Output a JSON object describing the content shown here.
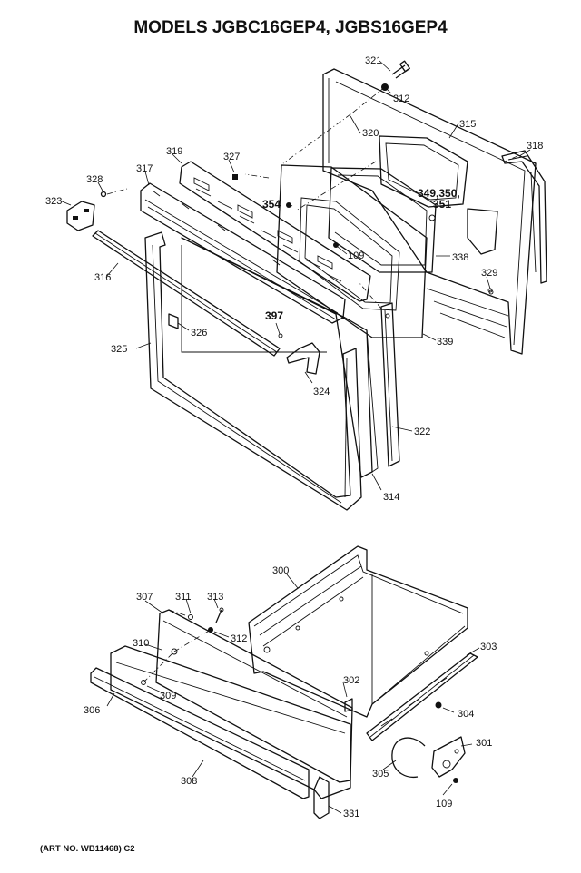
{
  "title": "MODELS JGBC16GEP4, JGBS16GEP4",
  "art_no": "(ART NO. WB11468) C2",
  "labels": {
    "l321": "321",
    "l312a": "312",
    "l315": "315",
    "l318": "318",
    "l320": "320",
    "l319": "319",
    "l327": "327",
    "l317": "317",
    "l328": "328",
    "l323": "323",
    "l354": "354",
    "l349": "349,350,",
    "l351": "351",
    "l109a": "109",
    "l338": "338",
    "l316": "316",
    "l329": "329",
    "l397": "397",
    "l326": "326",
    "l339": "339",
    "l325": "325",
    "l324": "324",
    "l322": "322",
    "l314": "314",
    "l300": "300",
    "l307": "307",
    "l311": "311",
    "l313": "313",
    "l312b": "312",
    "l310": "310",
    "l303": "303",
    "l309": "309",
    "l302": "302",
    "l306": "306",
    "l304": "304",
    "l301": "301",
    "l305": "305",
    "l308": "308",
    "l109b": "109",
    "l331": "331"
  }
}
